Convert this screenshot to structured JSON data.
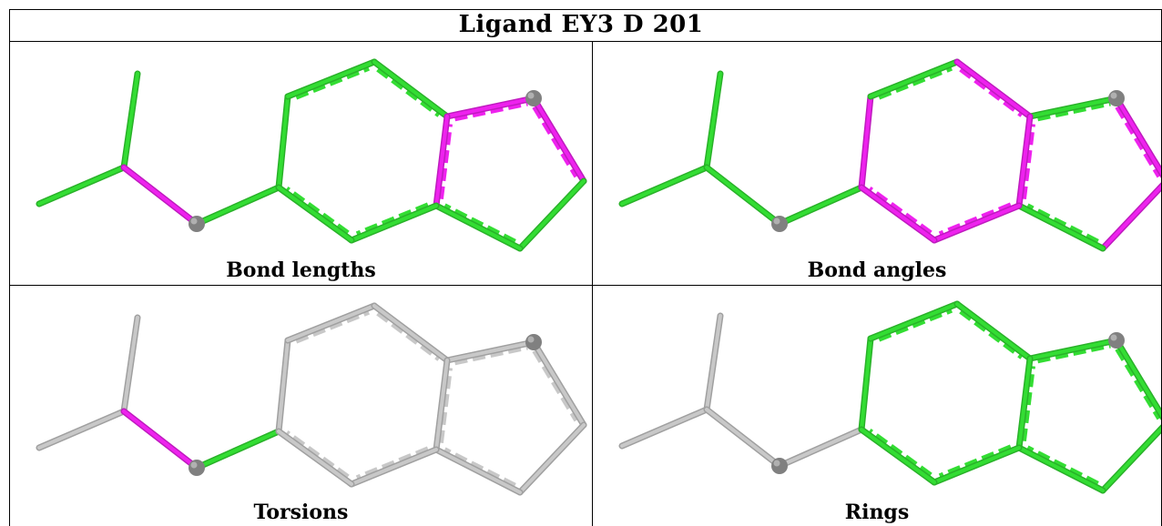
{
  "title": "Ligand EY3 D 201",
  "panels": [
    {
      "caption": "Bond lengths"
    },
    {
      "caption": "Bond angles"
    },
    {
      "caption": "Torsions"
    },
    {
      "caption": "Rings"
    }
  ],
  "colors": {
    "green": "#33dd33",
    "magenta": "#ee22ee",
    "gray": "#c8c8c8",
    "atom": "#808080"
  }
}
